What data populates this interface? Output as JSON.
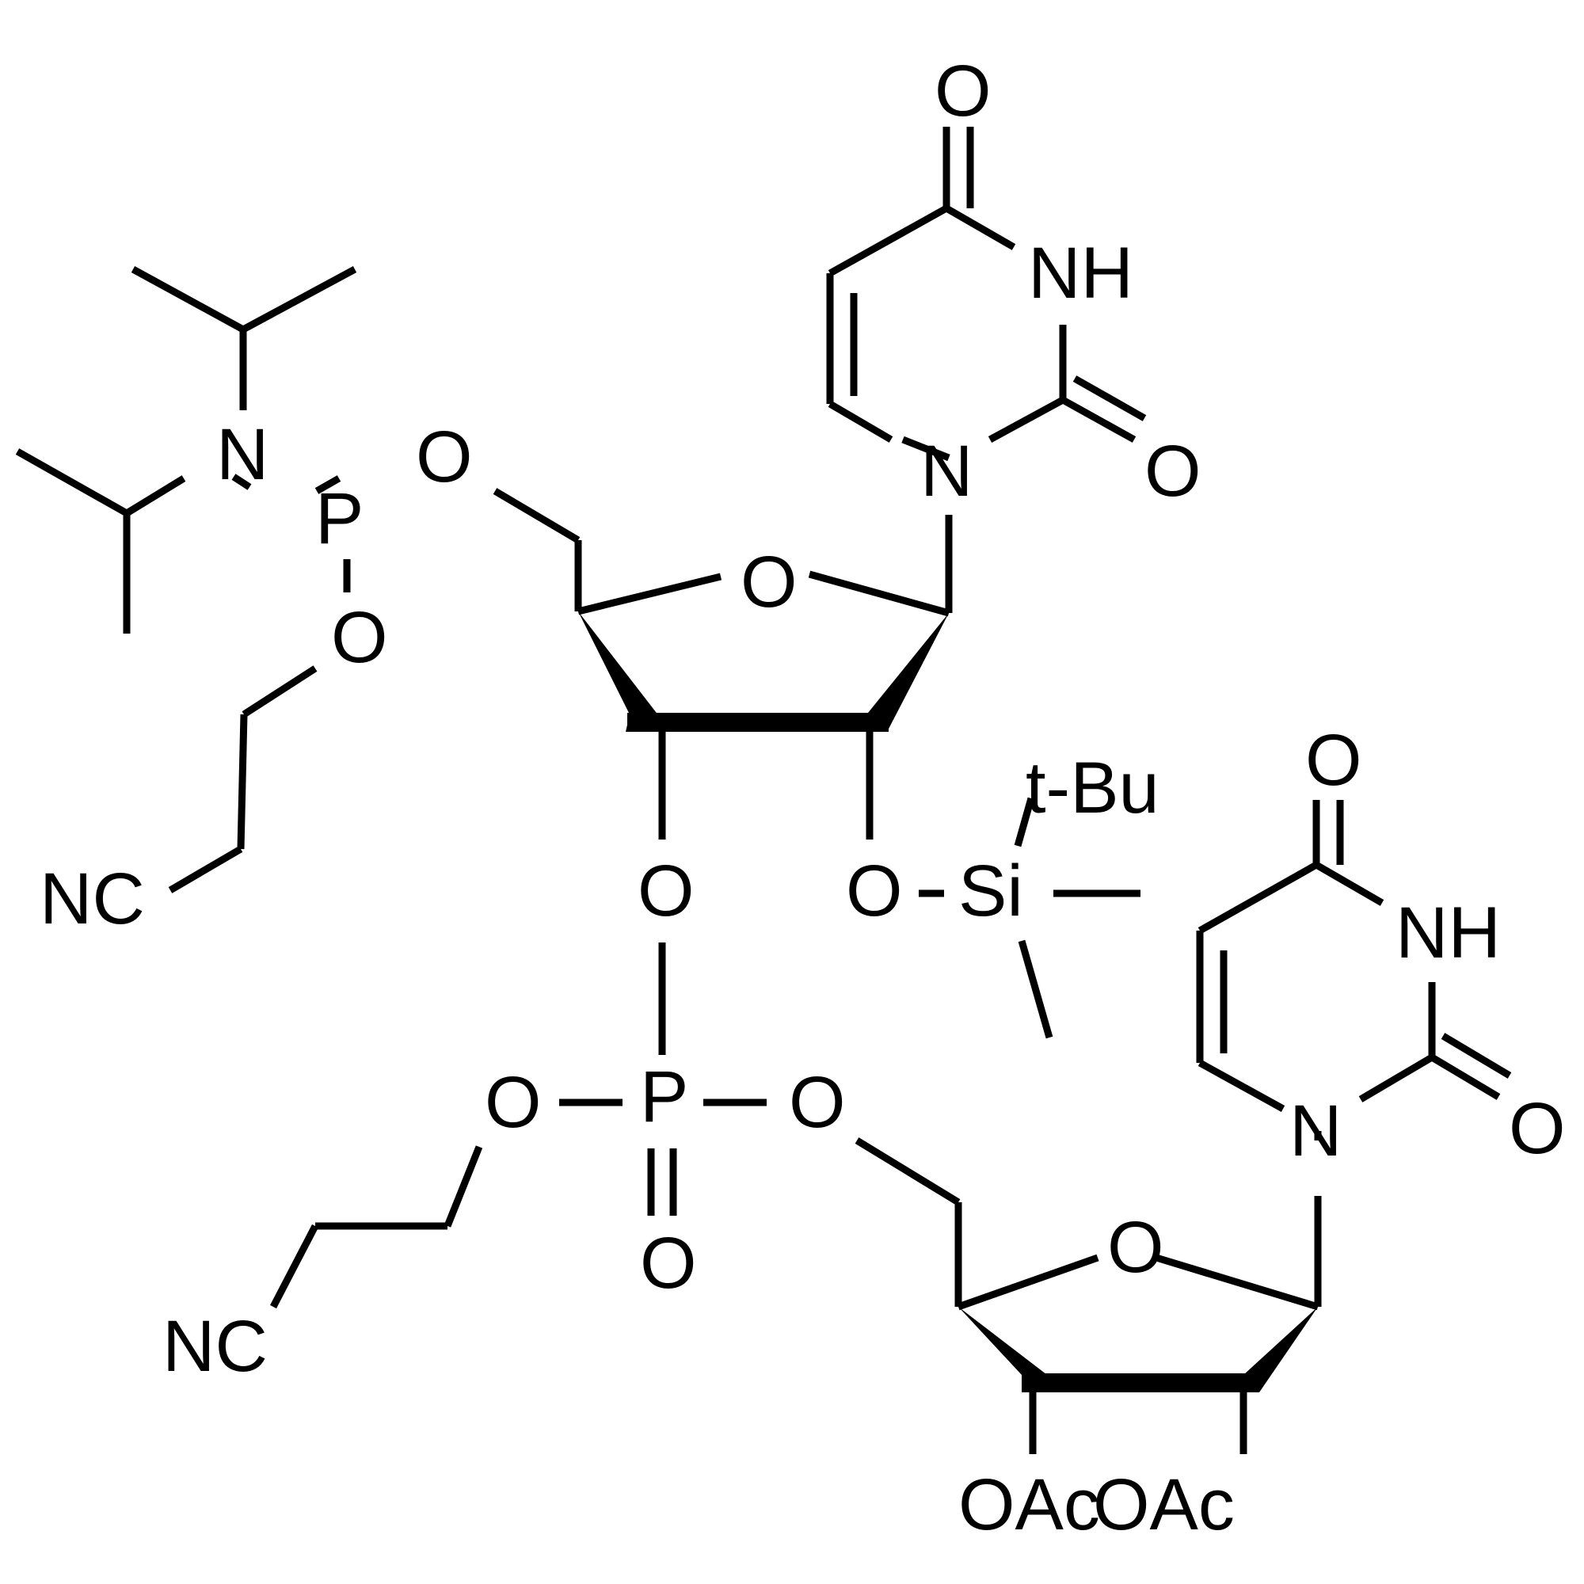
{
  "molecule": {
    "description": "Dinucleotide phosphoramidite: 5'-O-phosphoramidite, 2'-O-TBDMS uridine linked via 3'-5' cyanoethyl phosphotriester to 2',3'-di-O-acetyl uridine",
    "colors": {
      "ink": "#000000",
      "background": "#ffffff"
    },
    "labels": {
      "amidite_N": "N",
      "amidite_P": "P",
      "amidite_O5": "O",
      "amidite_O_ce": "O",
      "ce1_NC": "NC",
      "sugar1_ring_O": "O",
      "uracil1_N1": "N",
      "uracil1_N3H": "NH",
      "uracil1_O2": "O",
      "uracil1_O4": "O",
      "sugar1_O3": "O",
      "sugar1_O2": "O",
      "silyl_Si": "Si",
      "silyl_tBu": "t-Bu",
      "phosphate_P": "P",
      "phosphate_O_left": "O",
      "phosphate_O_right": "O",
      "phosphate_O_double": "O",
      "ce2_NC": "NC",
      "sugar2_ring_O": "O",
      "uracil2_N1": "N",
      "uracil2_N3H": "NH",
      "uracil2_O2": "O",
      "uracil2_O4": "O",
      "sugar2_OAc3": "OAc",
      "sugar2_OAc2": "OAc"
    }
  }
}
